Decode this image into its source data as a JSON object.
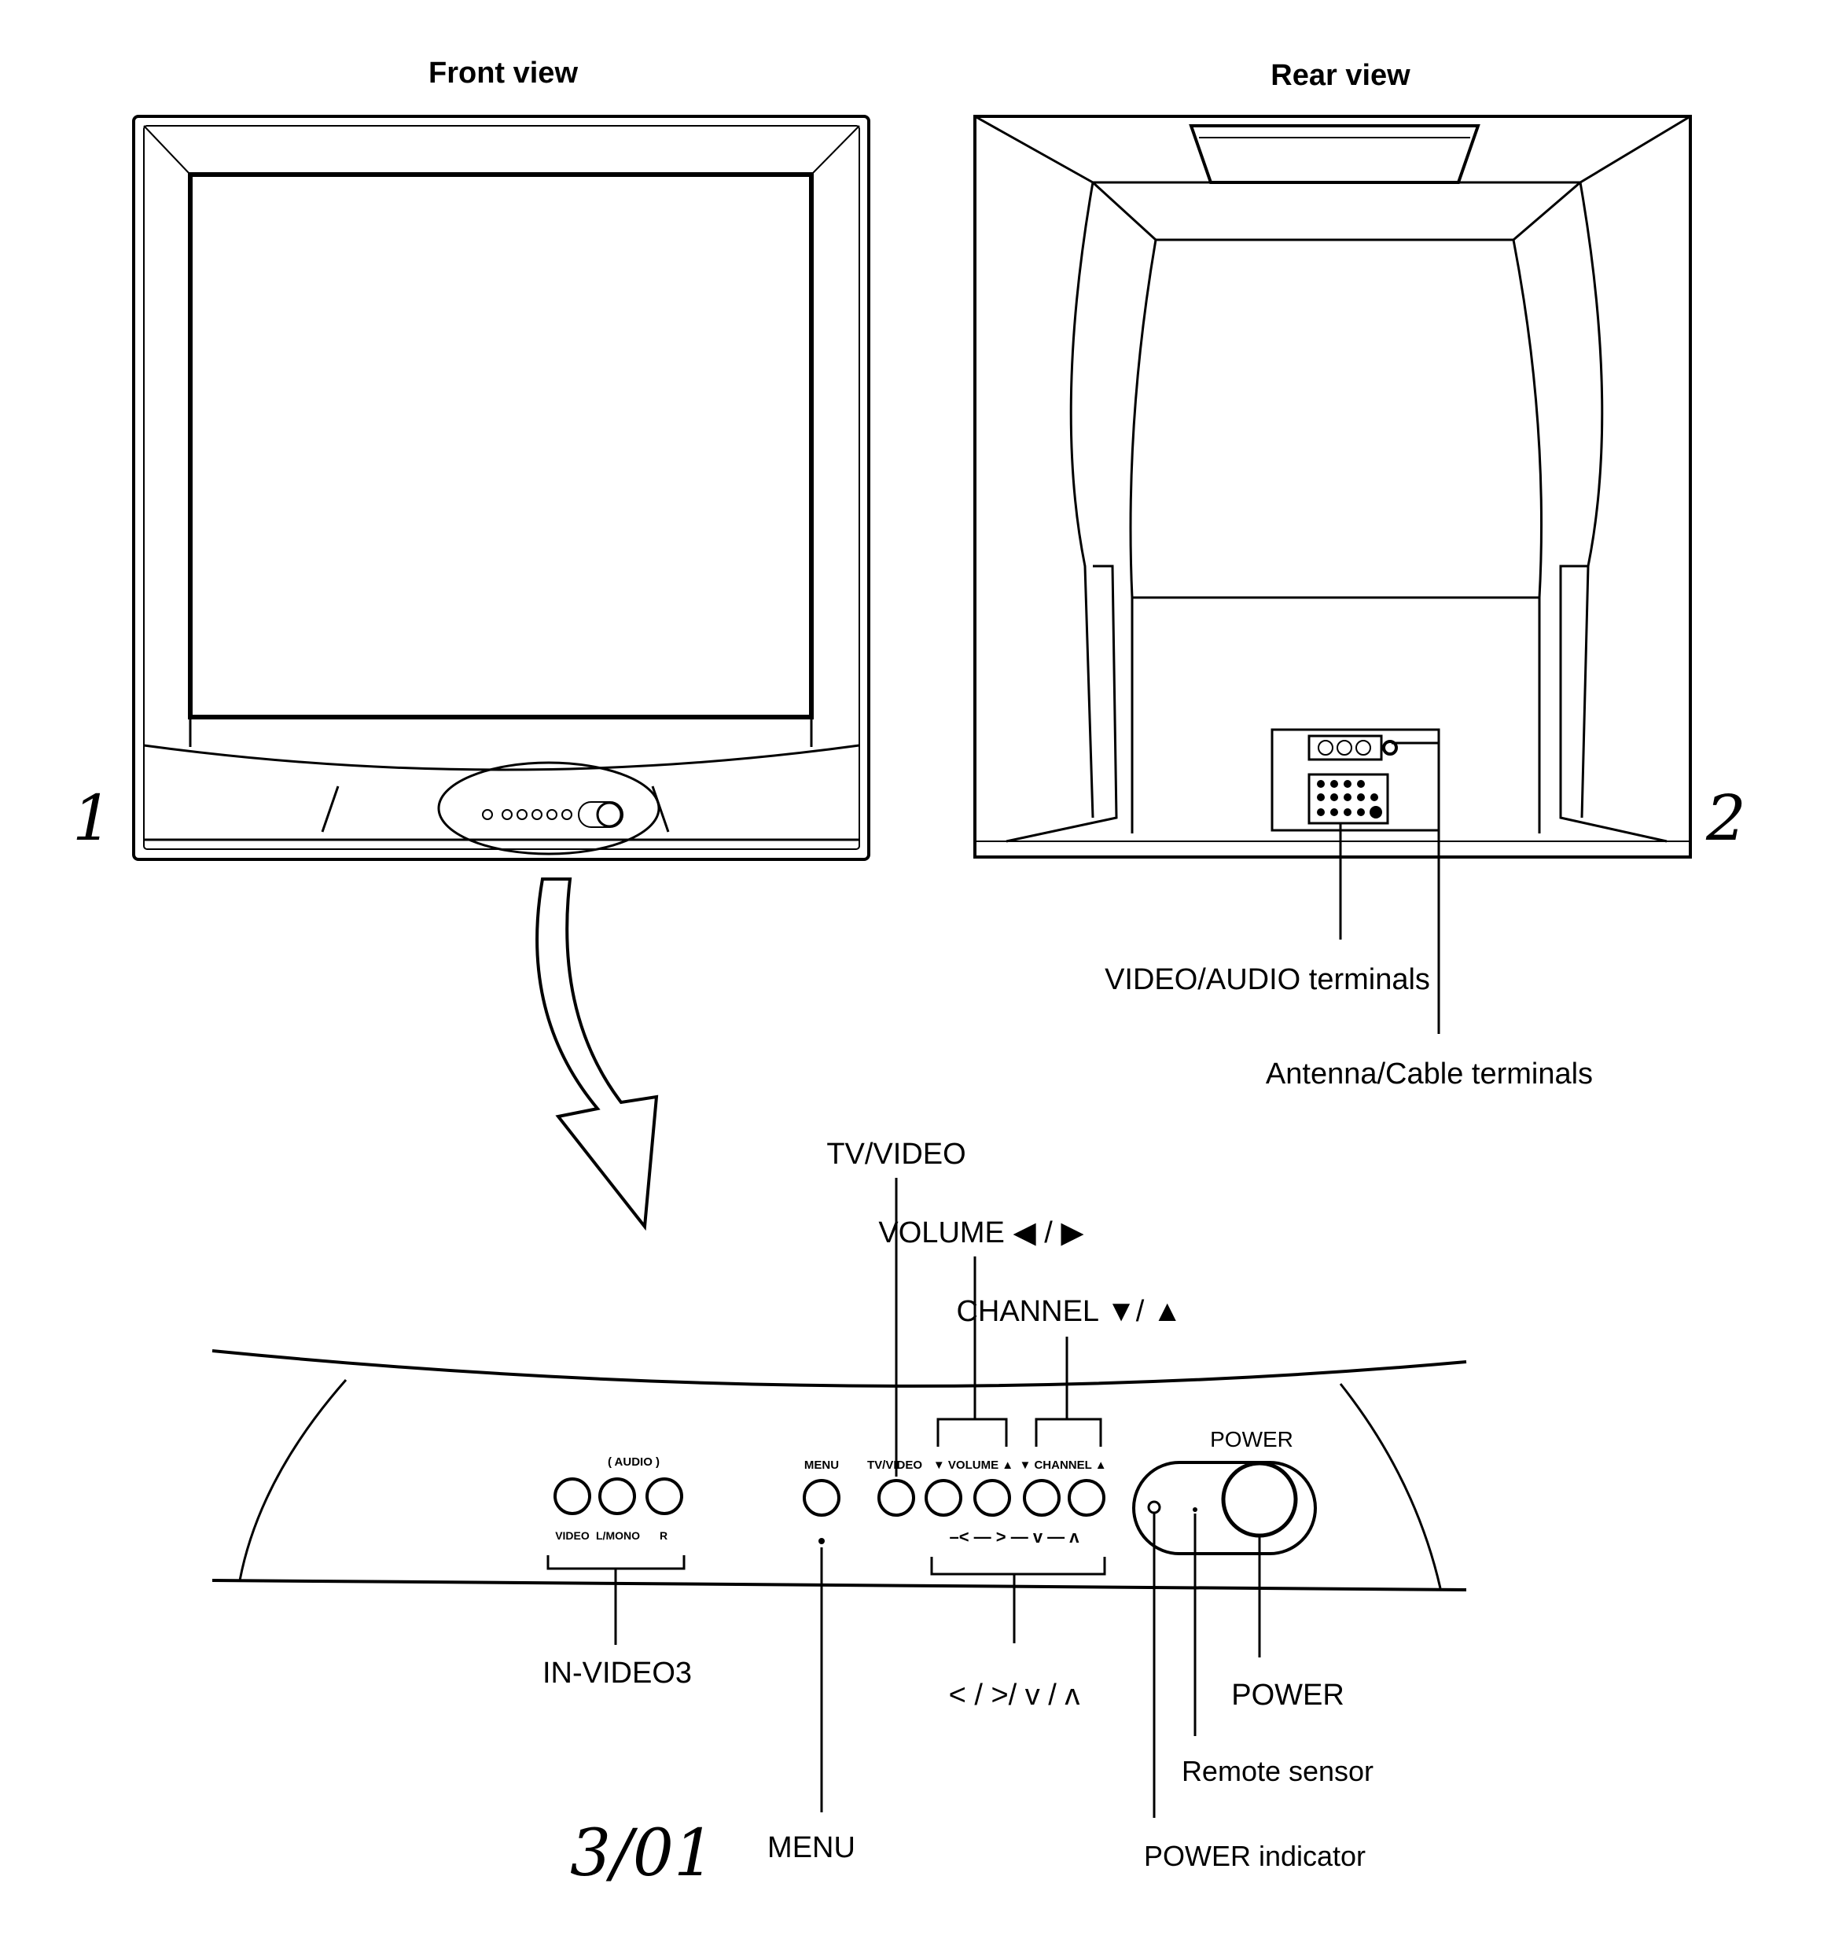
{
  "front": {
    "title": "Front view",
    "number": "1"
  },
  "rear": {
    "title": "Rear view",
    "number": "2",
    "labels": {
      "video_audio": "VIDEO/AUDIO terminals",
      "antenna": "Antenna/Cable terminals"
    }
  },
  "panel": {
    "callouts": {
      "tv_video": "TV/VIDEO",
      "volume": "VOLUME ◀ / ▶",
      "channel": "CHANNEL ▼/ ▲",
      "power_top": "POWER",
      "in_video3": "IN-VIDEO3",
      "arrows": "< / >/ v / ʌ",
      "power": "POWER",
      "remote_sensor": "Remote sensor",
      "power_indicator": "POWER indicator",
      "menu": "MENU"
    },
    "small": {
      "audio": "( AUDIO )",
      "video": "VIDEO",
      "l_mono": "L/MONO",
      "r": "R",
      "menu": "MENU",
      "tv_video": "TV/VIDEO",
      "volume": "▼ VOLUME ▲",
      "channel": "▼ CHANNEL ▲",
      "arrow_row": "–< — > — v — ʌ"
    }
  },
  "sheet_number": "3/01"
}
